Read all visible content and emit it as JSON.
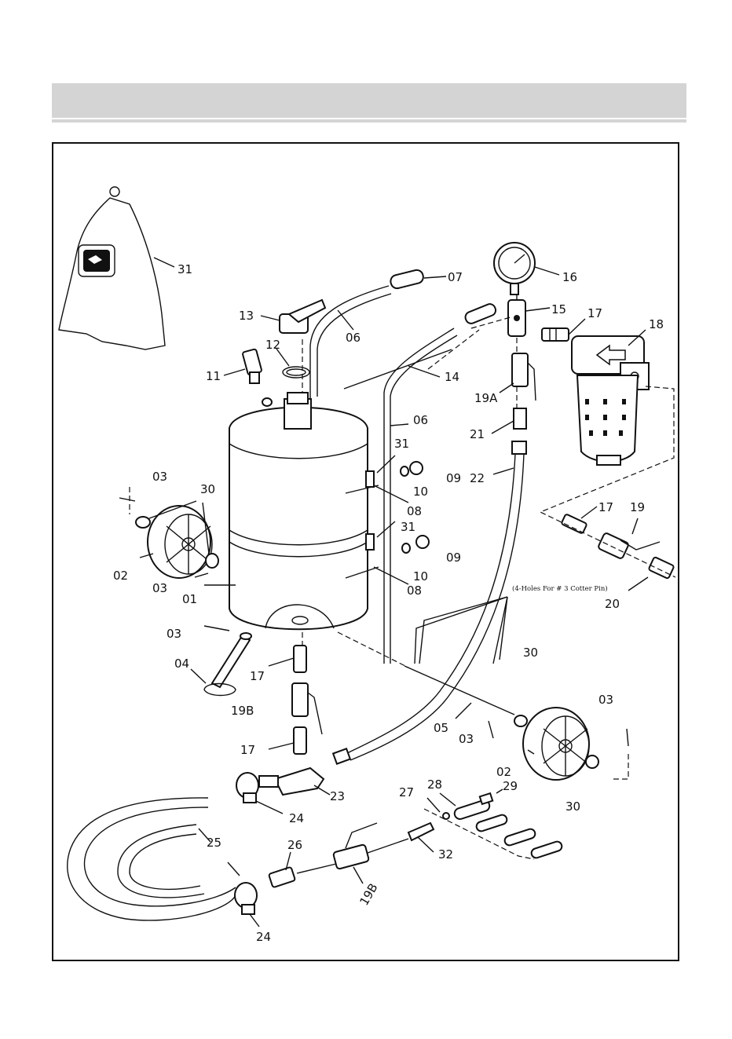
{
  "header": {
    "band_color": "#d4d4d4"
  },
  "note": "(4-Holes For # 3 Cotter Pin)",
  "part_labels": {
    "p31a": "31",
    "p07": "07",
    "p16": "16",
    "p13": "13",
    "p12": "12",
    "p06a": "06",
    "p15": "15",
    "p17a": "17",
    "p18": "18",
    "p11": "11",
    "p14": "14",
    "p19a": "19A",
    "p06b": "06",
    "p21": "21",
    "p31b": "31",
    "p03a": "03",
    "p30a": "30",
    "p09a": "09",
    "p10a": "10",
    "p22": "22",
    "p08a": "08",
    "p17b": "17",
    "p19": "19",
    "p31c": "31",
    "p09b": "09",
    "p02a": "02",
    "p10b": "10",
    "p03b": "03",
    "p08b": "08",
    "p01": "01",
    "p20": "20",
    "p03c": "03",
    "p30b": "30",
    "p04": "04",
    "p17c": "17",
    "p03d": "03",
    "p19b": "19B",
    "p05": "05",
    "p03e": "03",
    "p02b": "02",
    "p17d": "17",
    "p23": "23",
    "p30c": "30",
    "p27": "27",
    "p28": "28",
    "p29": "29",
    "p24a": "24",
    "p25": "25",
    "p26": "26",
    "p32": "32",
    "p19c": "19B",
    "p24b": "24"
  }
}
